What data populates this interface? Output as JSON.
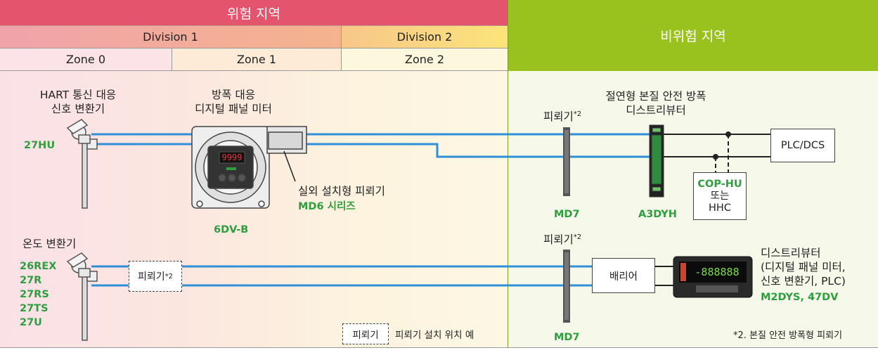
{
  "header": {
    "hazard_title": "위험 지역",
    "safe_title": "비위험 지역",
    "division1": "Division 1",
    "division2": "Division 2",
    "zone0": "Zone 0",
    "zone1": "Zone 1",
    "zone2": "Zone 2"
  },
  "devices": {
    "hart_title_line1": "HART 통신 대응",
    "hart_title_line2": "신호 변환기",
    "hart_model": "27HU",
    "meter_title_line1": "방폭 대응",
    "meter_title_line2": "디지털 패널 미터",
    "meter_display": "9999",
    "meter_model": "6DV-B",
    "outdoor_arrester_line1": "실외 설치형 피뢰기",
    "outdoor_arrester_line2": "MD6 시리즈",
    "arrester_label": "피뢰기",
    "arrester_sup": "*2",
    "md7_top": "MD7",
    "md7_bottom": "MD7",
    "distributor_title_line1": "절연형 본질 안전 방폭",
    "distributor_title_line2": "디스트리뷰터",
    "distributor_model": "A3DYH",
    "plc": "PLC/DCS",
    "cop_line1": "COP-HU",
    "cop_line2": "또는",
    "cop_line3": "HHC",
    "temp_title": "온도 변환기",
    "temp_models": [
      "26REX",
      "27R",
      "27RS",
      "27TS",
      "27U"
    ],
    "dashed_arrester_label": "피뢰기",
    "dashed_arrester_sup": "*2",
    "barrier": "배리어",
    "dist2_line1": "디스트리뷰터",
    "dist2_line2": "(디지털 패널 미터,",
    "dist2_line3": "신호 변환기, PLC)",
    "dist2_models": "M2DYS, 47DV",
    "dist2_display": "-888888"
  },
  "legend": {
    "box_label": "피뢰기",
    "text": "피뢰기 설치 위치 예"
  },
  "footnote": "*2. 본질 안전 방폭형 피뢰기",
  "colors": {
    "hazard_red": "#e4546c",
    "safe_green": "#99c21f",
    "wire_blue": "#2f8fd8",
    "model_green": "#2e9e3e"
  }
}
